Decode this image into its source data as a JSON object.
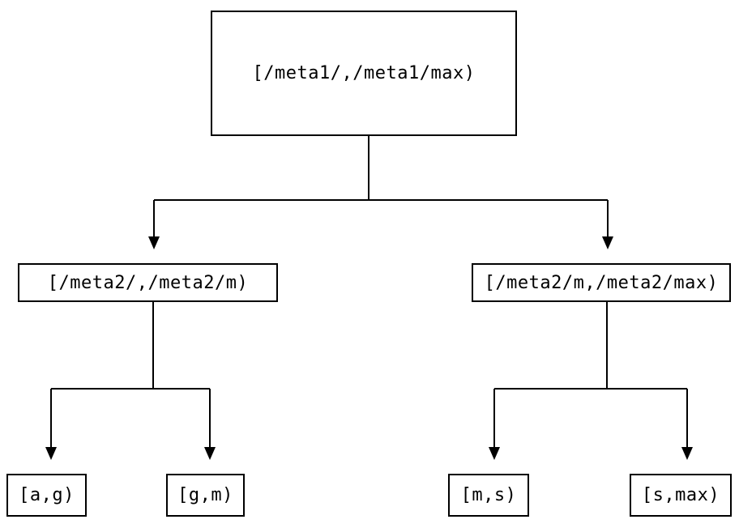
{
  "diagram": {
    "type": "tree",
    "description": "Key-range partition tree",
    "colors": {
      "background": "#ffffff",
      "line": "#000000",
      "box_border": "#000000",
      "text": "#000000"
    },
    "edge_arrow": "filled-down-triangle"
  },
  "nodes": {
    "root": {
      "label": "[/meta1/,/meta1/max)"
    },
    "meta2_lower": {
      "label": "[/meta2/,/meta2/m)"
    },
    "meta2_upper": {
      "label": "[/meta2/m,/meta2/max)"
    },
    "leaf_a_g": {
      "label": "[a,g)"
    },
    "leaf_g_m": {
      "label": "[g,m)"
    },
    "leaf_m_s": {
      "label": "[m,s)"
    },
    "leaf_s_max": {
      "label": "[s,max)"
    }
  },
  "edges": [
    {
      "from": "root",
      "to": "meta2_lower"
    },
    {
      "from": "root",
      "to": "meta2_upper"
    },
    {
      "from": "meta2_lower",
      "to": "leaf_a_g"
    },
    {
      "from": "meta2_lower",
      "to": "leaf_g_m"
    },
    {
      "from": "meta2_upper",
      "to": "leaf_m_s"
    },
    {
      "from": "meta2_upper",
      "to": "leaf_s_max"
    }
  ]
}
